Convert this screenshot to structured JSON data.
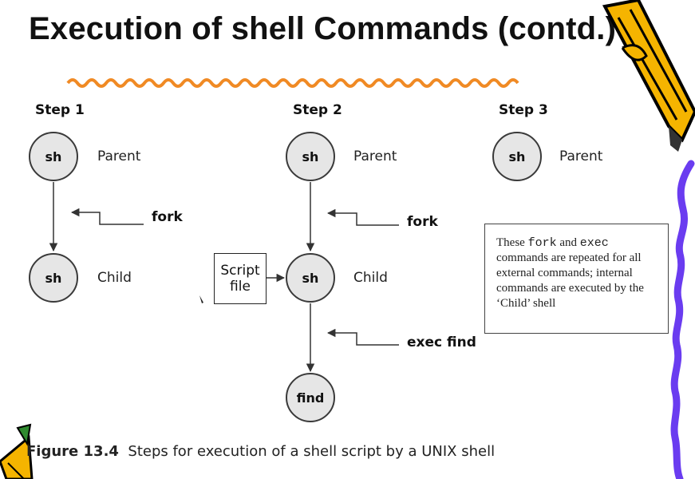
{
  "slide": {
    "title": "Execution of shell Commands (contd.)",
    "caption_label": "Figure 13.4",
    "caption_text": "Steps for execution of a shell script by a UNIX shell"
  },
  "steps": [
    {
      "label": "Step 1"
    },
    {
      "label": "Step 2"
    },
    {
      "label": "Step 3"
    }
  ],
  "nodes": {
    "s1_parent": "sh",
    "s1_child": "sh",
    "s2_parent": "sh",
    "s2_child": "sh",
    "s2_find": "find",
    "s3_parent": "sh"
  },
  "labels": {
    "parent": "Parent",
    "child": "Child",
    "fork": "fork",
    "exec_find": "exec find",
    "script_file_line1": "Script",
    "script_file_line2": "file"
  },
  "note": {
    "p1": "These ",
    "fork": "fork",
    "p2": " and ",
    "exec": "exec",
    "p3": " commands are repeated for all external commands; internal commands are executed by the ‘Child’ shell"
  },
  "colors": {
    "squiggle": "#f08a24",
    "node_fill": "#e6e6e6",
    "purple_border": "#6a3cf0",
    "pencil_yellow": "#f5b400"
  }
}
